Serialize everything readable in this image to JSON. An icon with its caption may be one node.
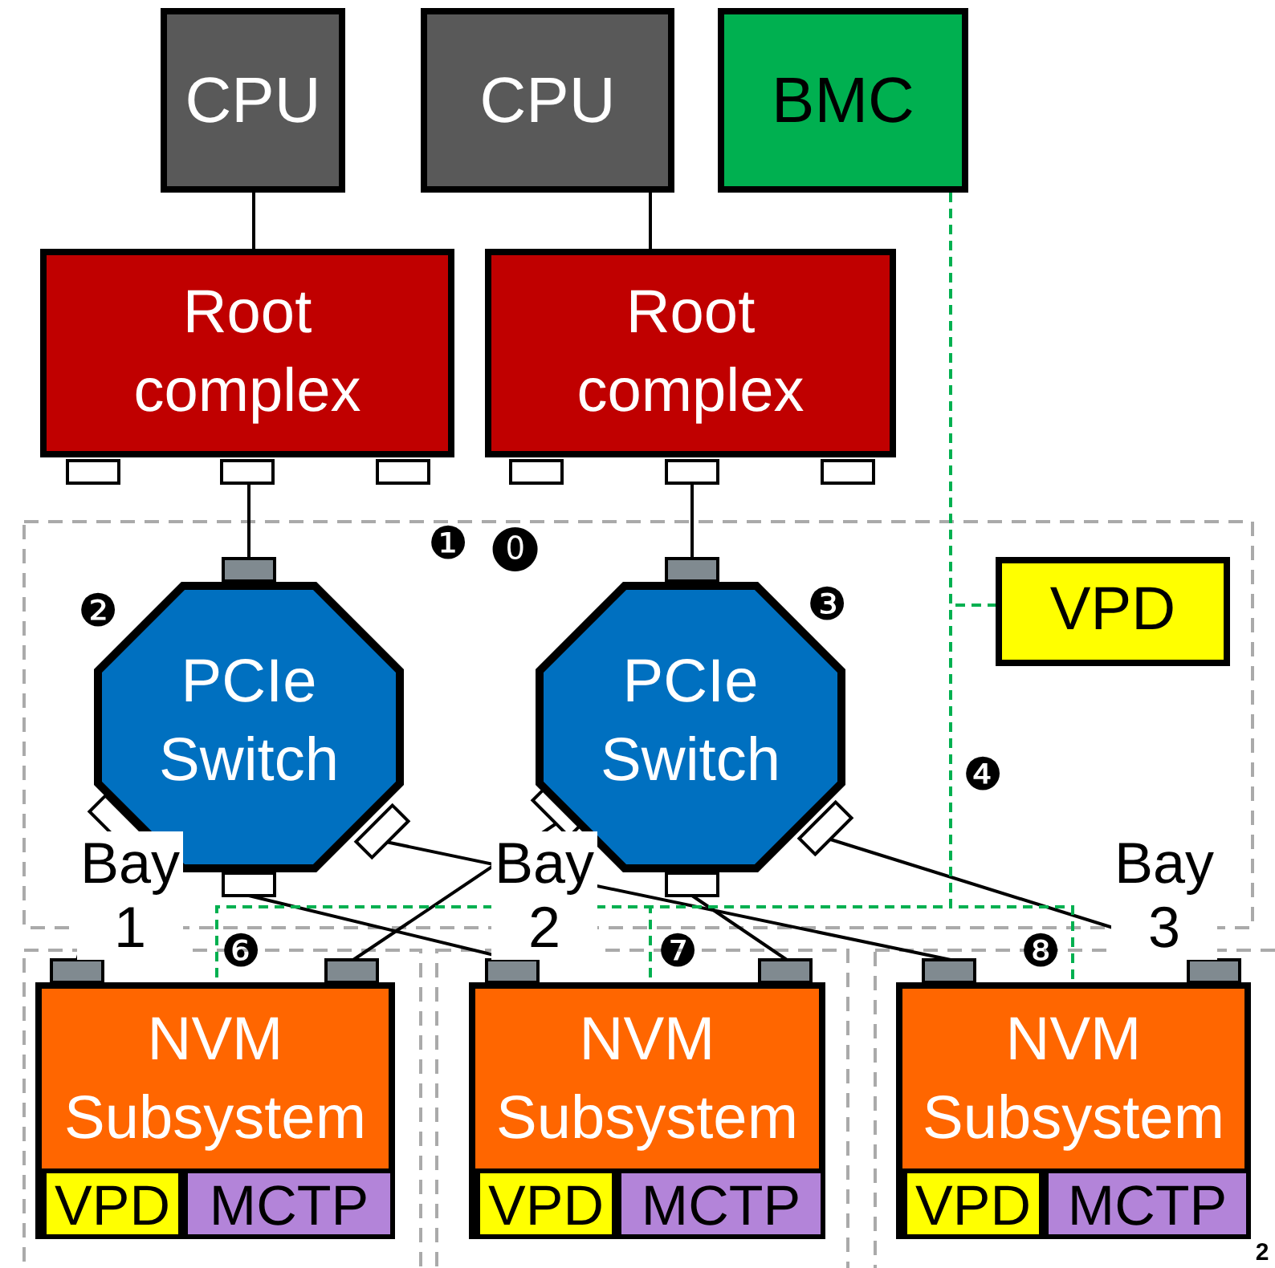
{
  "diagram": {
    "nodes": [
      {
        "text": [
          "CPU"
        ]
      },
      {
        "text": [
          "CPU"
        ]
      },
      {
        "text": [
          "BMC"
        ]
      },
      {
        "text": [
          "Root complex"
        ]
      },
      {
        "text": [
          "Root complex"
        ]
      },
      {
        "text": [
          "PCIe Switch"
        ]
      },
      {
        "text": [
          "PCIe Switch"
        ]
      },
      {
        "text": [
          "VPD"
        ]
      },
      {
        "text": [
          "NVM Subsystem"
        ]
      },
      {
        "text": [
          "VPD"
        ],
        "in": 8
      },
      {
        "text": [
          "MCTP"
        ],
        "in": 8
      },
      {
        "text": [
          "NVM Subsystem"
        ]
      },
      {
        "text": [
          "VPD"
        ],
        "in": 11
      },
      {
        "text": [
          "MCTP"
        ],
        "in": 11
      },
      {
        "text": [
          "NVM Subsystem"
        ]
      },
      {
        "text": [
          "VPD"
        ],
        "in": 14
      },
      {
        "text": [
          "MCTP"
        ],
        "in": 14
      }
    ],
    "edges": [
      {
        "from": 0,
        "to": 3,
        "arrow": "none"
      },
      {
        "from": 1,
        "to": 4,
        "arrow": "none"
      },
      {
        "from": 3,
        "to": 5,
        "arrow": "none"
      },
      {
        "from": 4,
        "to": 6,
        "arrow": "none"
      },
      {
        "from": 5,
        "to": 8,
        "arrow": "none"
      },
      {
        "from": 5,
        "to": 11,
        "arrow": "none"
      },
      {
        "from": 5,
        "to": 14,
        "arrow": "none"
      },
      {
        "from": 6,
        "to": 8,
        "arrow": "none"
      },
      {
        "from": 6,
        "to": 11,
        "arrow": "none"
      },
      {
        "from": 6,
        "to": 14,
        "arrow": "none"
      },
      {
        "from": 2,
        "to": 7,
        "arrow": "none",
        "style": "dashed",
        "color": "#00b050"
      },
      {
        "from": 2,
        "to": 8,
        "arrow": "none",
        "style": "dashed",
        "color": "#00b050"
      },
      {
        "from": 2,
        "to": 11,
        "arrow": "none",
        "style": "dashed",
        "color": "#00b050"
      },
      {
        "from": 2,
        "to": 14,
        "arrow": "none",
        "style": "dashed",
        "color": "#00b050"
      }
    ],
    "labels": [
      "❶",
      "⓿",
      "❷",
      "❸",
      "❹",
      "Bay 1",
      "Bay 2",
      "Bay 3",
      "❻",
      "❼",
      "❽",
      "2"
    ]
  }
}
